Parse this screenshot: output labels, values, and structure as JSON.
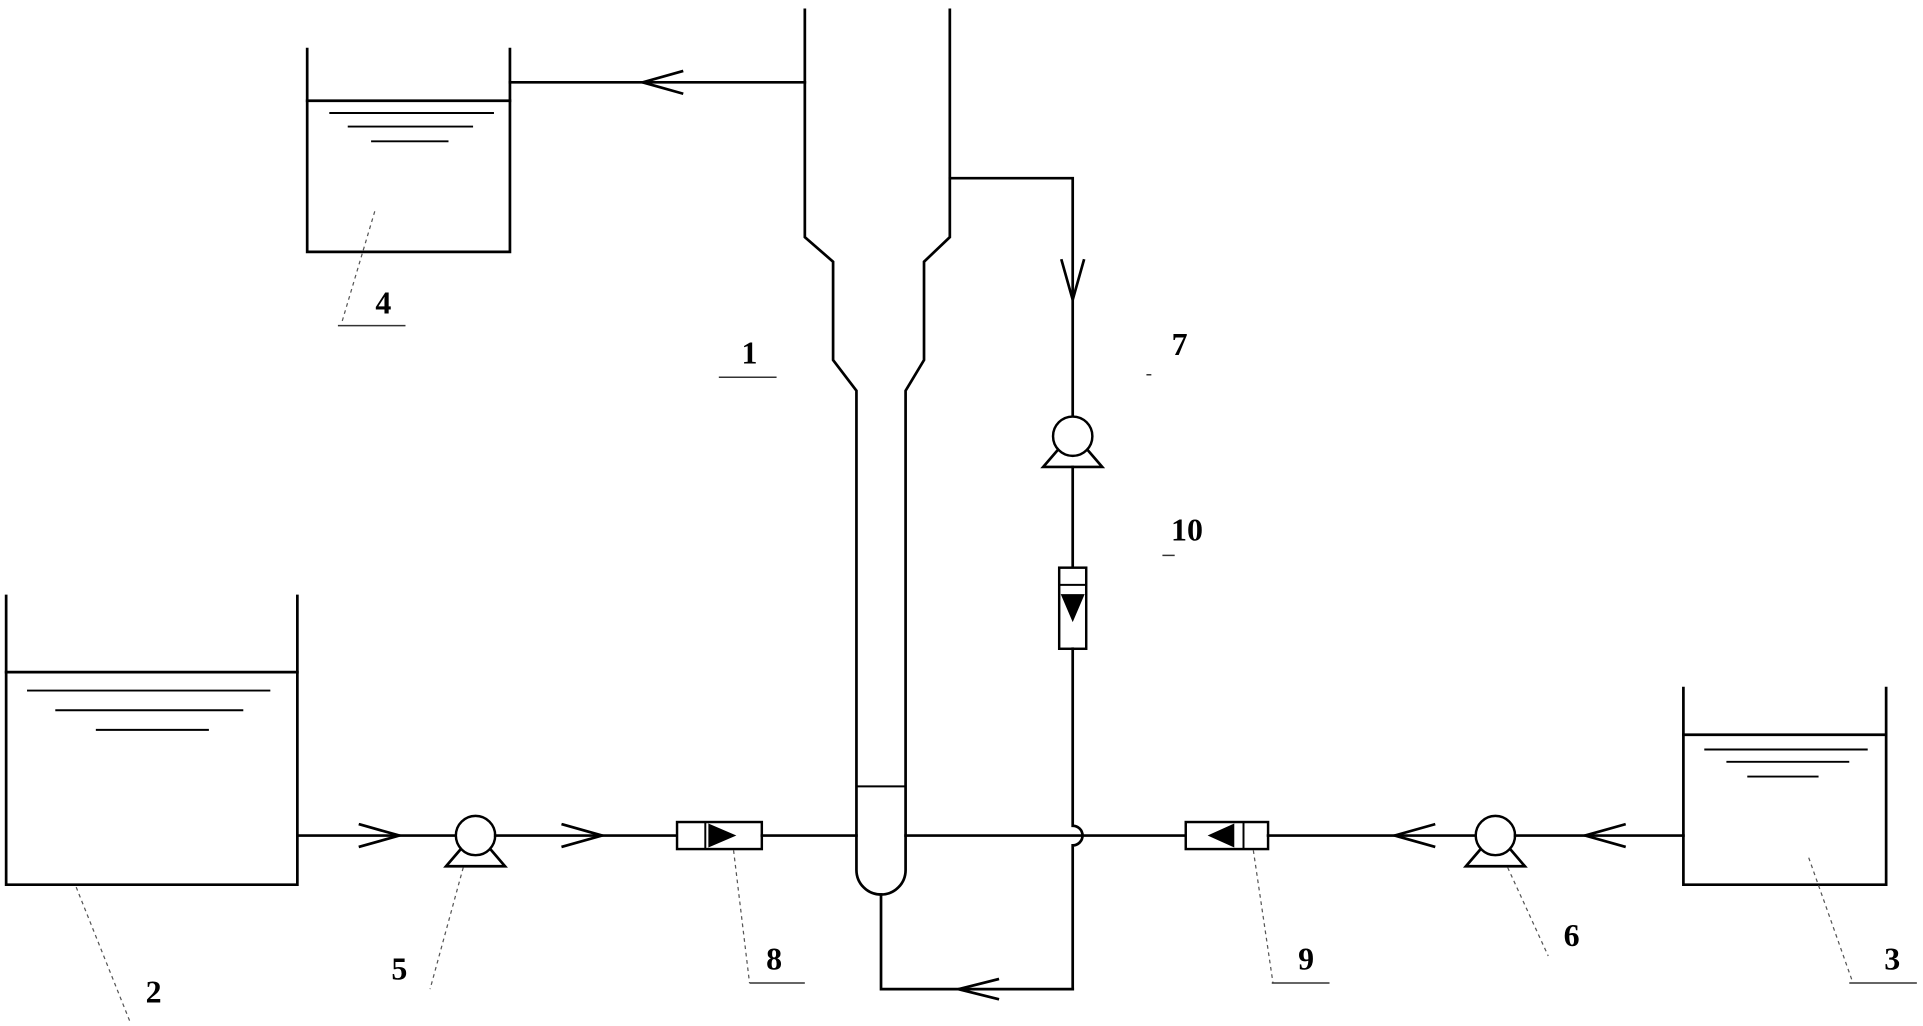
{
  "colors": {
    "line": "#000000",
    "background": "#ffffff"
  },
  "labels": {
    "column": "1",
    "tank_lower_left": "2",
    "tank_lower_right": "3",
    "tank_upper": "4",
    "pump_left": "5",
    "pump_right": "6",
    "pump_recycle": "7",
    "flowmeter_left": "8",
    "flowmeter_right": "9",
    "flowmeter_recycle": "10"
  }
}
